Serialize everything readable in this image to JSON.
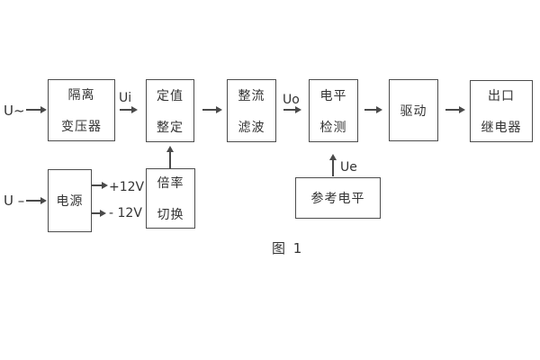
{
  "diagram": {
    "caption": "图 1",
    "labels": {
      "input_ac": "U~",
      "input_dc": "U –",
      "ui": "Ui",
      "uo": "Uo",
      "ue": "Ue",
      "rail_pos": "+12V",
      "rail_neg": "- 12V"
    },
    "blocks": {
      "isolation_transformer": {
        "line1": "隔离",
        "line2": "变压器"
      },
      "setting_adjust": {
        "line1": "定值",
        "line2": "整定"
      },
      "rectifier_filter": {
        "line1": "整流",
        "line2": "滤波"
      },
      "level_detect": {
        "line1": "电平",
        "line2": "检测"
      },
      "drive": {
        "label": "驱动"
      },
      "output_relay": {
        "line1": "出口",
        "line2": "继电器"
      },
      "power_supply": {
        "label": "电源"
      },
      "ratio_switch": {
        "line1": "倍率",
        "line2": "切换"
      },
      "reference_level": {
        "label": "参考电平"
      }
    },
    "colors": {
      "line": "#4a4a4a",
      "border": "#4d4d4d",
      "text": "#333333",
      "background": "#ffffff"
    }
  }
}
